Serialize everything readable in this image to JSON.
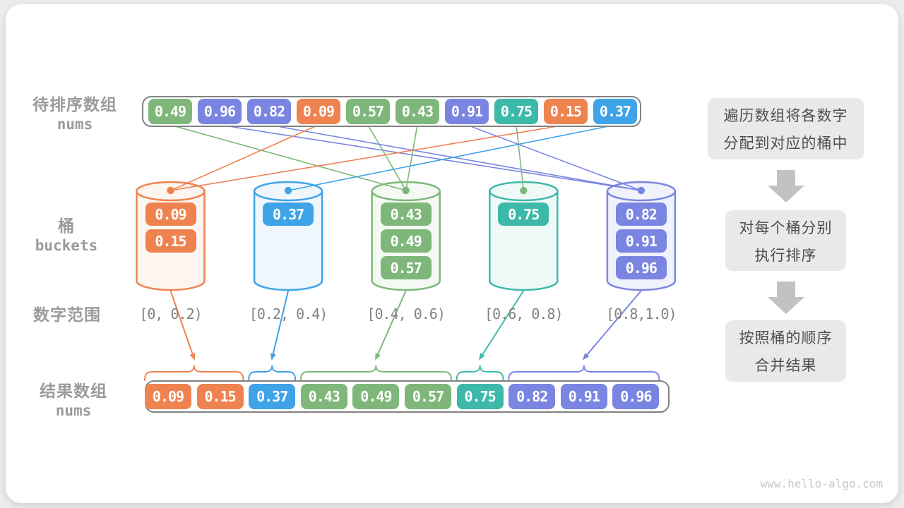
{
  "palette": {
    "orange": "#EF8350",
    "blue": "#3FA3E8",
    "green": "#7FB77B",
    "teal": "#3DB9AA",
    "indigo": "#7A85E2",
    "orange_fill": "#FDF5EF",
    "blue_fill": "#EFF7FD",
    "green_fill": "#F4F9F3",
    "teal_fill": "#EFF9F7",
    "indigo_fill": "#F0F2FC",
    "gray_label": "#9B9B9B",
    "frame_border": "#828282",
    "step_box_bg": "#E9E9E9",
    "step_text": "#4E4E4E",
    "step_arrow": "#C2C2C2",
    "watermark_color": "#C8C8C8"
  },
  "labels": {
    "input_array_title": "待排序数组",
    "input_array_subtitle": "nums",
    "buckets_title": "桶",
    "buckets_subtitle": "buckets",
    "ranges_title": "数字范围",
    "result_array_title": "结果数组",
    "result_array_subtitle": "nums"
  },
  "input_array": [
    {
      "value": "0.49",
      "color": "green",
      "bucket": 2
    },
    {
      "value": "0.96",
      "color": "indigo",
      "bucket": 4
    },
    {
      "value": "0.82",
      "color": "indigo",
      "bucket": 4
    },
    {
      "value": "0.09",
      "color": "orange",
      "bucket": 0
    },
    {
      "value": "0.57",
      "color": "green",
      "bucket": 2
    },
    {
      "value": "0.43",
      "color": "green",
      "bucket": 2
    },
    {
      "value": "0.91",
      "color": "indigo",
      "bucket": 4
    },
    {
      "value": "0.75",
      "color": "teal",
      "bucket": 3,
      "line_color": "green"
    },
    {
      "value": "0.15",
      "color": "orange",
      "bucket": 0
    },
    {
      "value": "0.37",
      "color": "blue",
      "bucket": 1
    }
  ],
  "buckets": [
    {
      "color": "orange",
      "dot_color": "orange",
      "range_label": "[0, 0.2)",
      "values": [
        "0.09",
        "0.15"
      ]
    },
    {
      "color": "blue",
      "dot_color": "blue",
      "range_label": "[0.2, 0.4)",
      "values": [
        "0.37"
      ]
    },
    {
      "color": "green",
      "dot_color": "green",
      "range_label": "[0.4, 0.6)",
      "values": [
        "0.43",
        "0.49",
        "0.57"
      ]
    },
    {
      "color": "teal",
      "dot_color": "green",
      "range_label": "[0.6, 0.8)",
      "values": [
        "0.75"
      ]
    },
    {
      "color": "indigo",
      "dot_color": "indigo",
      "range_label": "[0.8,1.0)",
      "values": [
        "0.82",
        "0.91",
        "0.96"
      ]
    }
  ],
  "result_array": [
    {
      "value": "0.09",
      "color": "orange"
    },
    {
      "value": "0.15",
      "color": "orange"
    },
    {
      "value": "0.37",
      "color": "blue"
    },
    {
      "value": "0.43",
      "color": "green"
    },
    {
      "value": "0.49",
      "color": "green"
    },
    {
      "value": "0.57",
      "color": "green"
    },
    {
      "value": "0.75",
      "color": "teal"
    },
    {
      "value": "0.82",
      "color": "indigo"
    },
    {
      "value": "0.91",
      "color": "indigo"
    },
    {
      "value": "0.96",
      "color": "indigo"
    }
  ],
  "result_groups": [
    {
      "color": "orange",
      "start": 0,
      "end": 1
    },
    {
      "color": "blue",
      "start": 2,
      "end": 2
    },
    {
      "color": "green",
      "start": 3,
      "end": 5
    },
    {
      "color": "teal",
      "start": 6,
      "end": 6
    },
    {
      "color": "indigo",
      "start": 7,
      "end": 9
    }
  ],
  "steps": [
    {
      "lines": [
        "遍历数组将各数字",
        "分配到对应的桶中"
      ]
    },
    {
      "lines": [
        "对每个桶分别",
        "执行排序"
      ]
    },
    {
      "lines": [
        "按照桶的顺序",
        "合并结果"
      ]
    }
  ],
  "watermark": "www.hello-algo.com"
}
